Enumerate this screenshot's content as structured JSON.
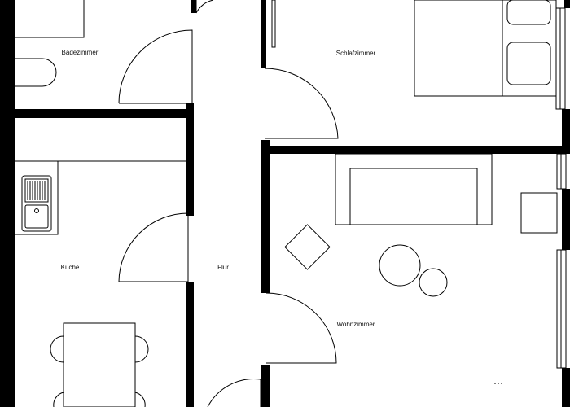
{
  "plan": {
    "rooms": {
      "bathroom": "Badezimmer",
      "bedroom": "Schlafzimmer",
      "kitchen": "Küche",
      "hallway": "Flur",
      "living_room": "Wohnzimmer"
    }
  }
}
